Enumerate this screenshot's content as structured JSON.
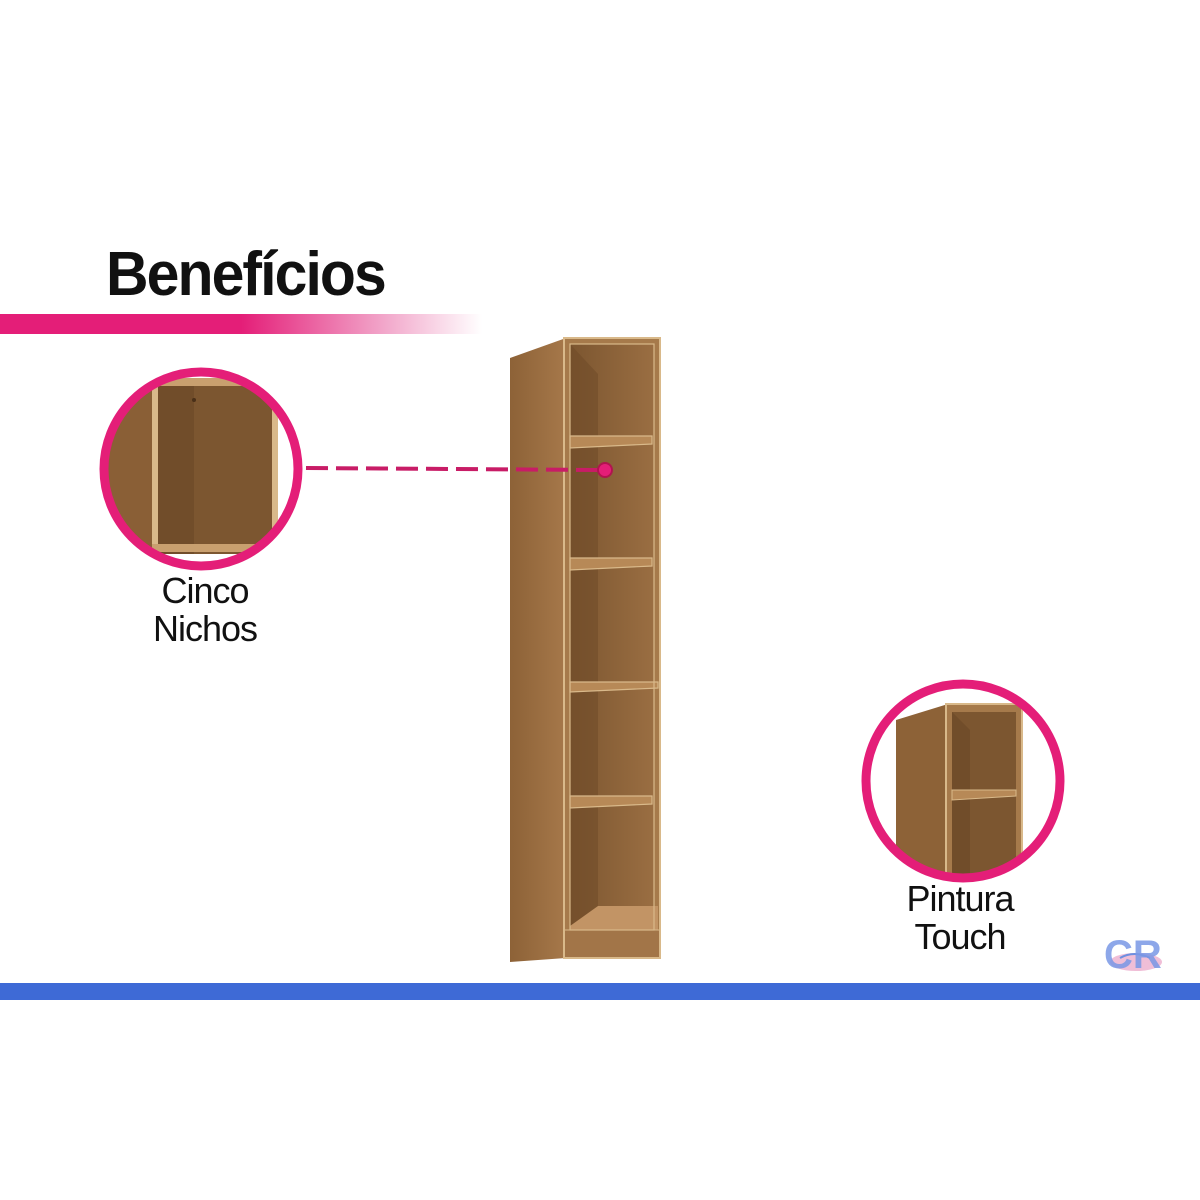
{
  "header": {
    "title": "Benefícios"
  },
  "features": [
    {
      "line1": "Cinco",
      "line2": "Nichos"
    },
    {
      "line1": "Pintura",
      "line2": "Touch"
    }
  ],
  "logo": {
    "text": "CR"
  },
  "colors": {
    "accent": "#e41e78",
    "bottom_bar": "#3e6ad6",
    "wood": "#9c6f3e",
    "wood_dark": "#7a5430",
    "wood_edge": "#d9b98a"
  },
  "icons": {
    "connector": "dashed-connector-line",
    "logo": "cr-logo-icon"
  }
}
